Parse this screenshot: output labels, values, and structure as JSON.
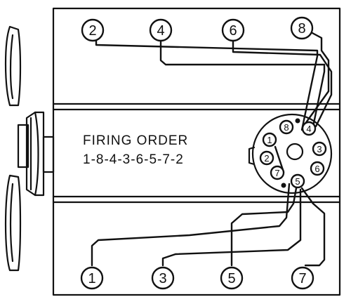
{
  "diagram": {
    "heading": "FIRING ORDER",
    "order": "1-8-4-3-6-5-7-2",
    "colors": {
      "ink": "#111111",
      "paper": "#ffffff"
    },
    "cylinders": [
      {
        "id": "cyl-2",
        "label": "2",
        "bank": "top"
      },
      {
        "id": "cyl-4",
        "label": "4",
        "bank": "top"
      },
      {
        "id": "cyl-6",
        "label": "6",
        "bank": "top"
      },
      {
        "id": "cyl-8",
        "label": "8",
        "bank": "top"
      },
      {
        "id": "cyl-1",
        "label": "1",
        "bank": "bottom"
      },
      {
        "id": "cyl-3",
        "label": "3",
        "bank": "bottom"
      },
      {
        "id": "cyl-5",
        "label": "5",
        "bank": "bottom"
      },
      {
        "id": "cyl-7",
        "label": "7",
        "bank": "bottom"
      }
    ],
    "distributor_terminals": [
      "8",
      "4",
      "3",
      "6",
      "5",
      "7",
      "2",
      "1"
    ],
    "icons": [
      "fan-icon",
      "pulley-icon",
      "distributor-cap-icon"
    ]
  }
}
